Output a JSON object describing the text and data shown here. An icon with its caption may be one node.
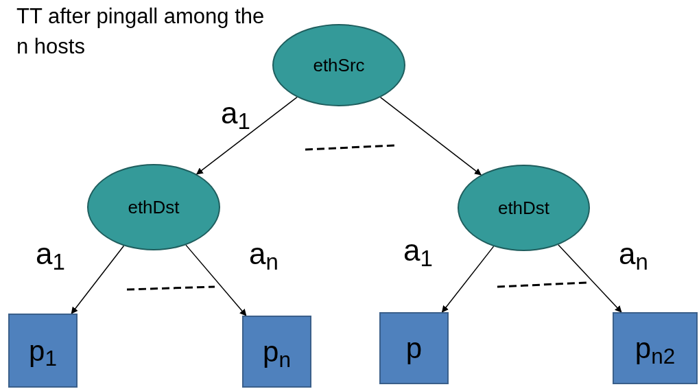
{
  "diagram": {
    "title": "TT after pingall among the n hosts",
    "nodes": [
      {
        "text": [
          "ethSrc"
        ]
      },
      {
        "text": [
          "ethDst"
        ]
      },
      {
        "text": [
          "ethDst"
        ]
      },
      {
        "text": [
          "p$_{1}$"
        ]
      },
      {
        "text": [
          "p$_{n}$"
        ]
      },
      {
        "text": [
          "p"
        ]
      },
      {
        "text": [
          "p$_{n2}$"
        ]
      }
    ],
    "edges": [
      {
        "from": 0,
        "to": 1,
        "arrow": "to",
        "label": "a$_{1}$"
      },
      {
        "from": 0,
        "to": 2,
        "arrow": "to"
      },
      {
        "from": 1,
        "to": 3,
        "arrow": "to",
        "label": "a$_{1}$"
      },
      {
        "from": 1,
        "to": 4,
        "arrow": "to",
        "label": "a$_{n}$"
      },
      {
        "from": 2,
        "to": 5,
        "arrow": "to",
        "label": "a$_{1}$"
      },
      {
        "from": 2,
        "to": 6,
        "arrow": "to",
        "label": "a$_{n}$"
      }
    ]
  }
}
